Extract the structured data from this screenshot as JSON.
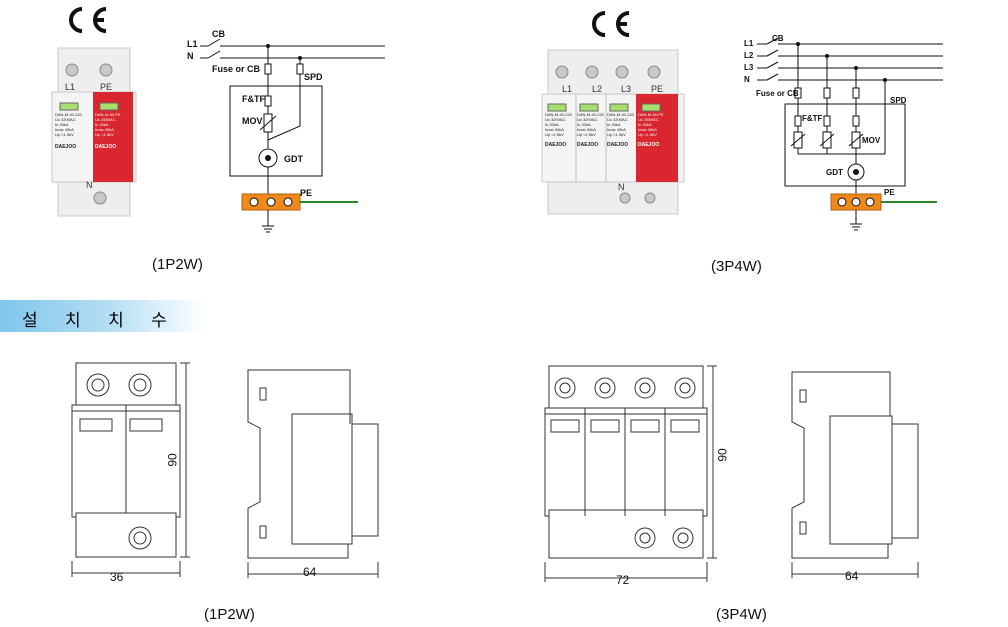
{
  "marks": {
    "ce": "CE"
  },
  "product_1p": {
    "terminals": [
      "L1",
      "PE"
    ],
    "bottom_terminal": "N",
    "modules": [
      {
        "color": "#ffffff",
        "specs": [
          "DAN-M-40-220",
          "Uc 320VAC",
          "In 20kA",
          "Imax 40kA",
          "Up <1.5kV"
        ],
        "brand": "DAEJOO"
      },
      {
        "color": "#d9262f",
        "specs": [
          "DAN-M-40-PE",
          "Uc 255VAC",
          "In 20kA",
          "Imax 40kA",
          "Up <1.5kV"
        ],
        "brand": "DAEJOO"
      }
    ]
  },
  "product_3p": {
    "terminals": [
      "L1",
      "L2",
      "L3",
      "PE"
    ],
    "bottom_terminal": "N",
    "modules": [
      {
        "color": "#ffffff",
        "specs": [
          "DAN-M-40-220",
          "Uc 320VAC",
          "In 20kA",
          "Imax 40kA",
          "Up <1.5kV"
        ],
        "brand": "DAEJOO"
      },
      {
        "color": "#ffffff",
        "specs": [
          "DAN-M-40-220",
          "Uc 320VAC",
          "In 20kA",
          "Imax 40kA",
          "Up <1.5kV"
        ],
        "brand": "DAEJOO"
      },
      {
        "color": "#ffffff",
        "specs": [
          "DAN-M-40-220",
          "Uc 320VAC",
          "In 20kA",
          "Imax 40kA",
          "Up <1.5kV"
        ],
        "brand": "DAEJOO"
      },
      {
        "color": "#d9262f",
        "specs": [
          "DAN-M-40-PE",
          "Uc 255VAC",
          "In 20kA",
          "Imax 40kA",
          "Up <1.5kV"
        ],
        "brand": "DAEJOO"
      }
    ]
  },
  "schematic_1p": {
    "lines": [
      "L1",
      "N"
    ],
    "cb": "CB",
    "fuse": "Fuse or CB",
    "spd": "SPD",
    "ftf": "F&TF",
    "mov": "MOV",
    "gdt": "GDT",
    "pe": "PE",
    "pe_color": "#2a8a2a",
    "terminal_color": "#f08a1c"
  },
  "schematic_3p": {
    "lines": [
      "L1",
      "L2",
      "L3",
      "N"
    ],
    "cb": "CB",
    "fuse": "Fuse or CB",
    "spd": "SPD",
    "ftf": "F&TF",
    "mov": "MOV",
    "gdt": "GDT",
    "pe": "PE"
  },
  "captions": {
    "top_left": "(1P2W)",
    "top_right": "(3P4W)",
    "bottom_left": "(1P2W)",
    "bottom_right": "(3P4W)"
  },
  "section_title": "설 치 치 수",
  "dimensions": {
    "p1_height": "90",
    "p1_width": "36",
    "p1_depth": "64",
    "p3_height": "90",
    "p3_width": "72",
    "p3_depth": "64"
  }
}
